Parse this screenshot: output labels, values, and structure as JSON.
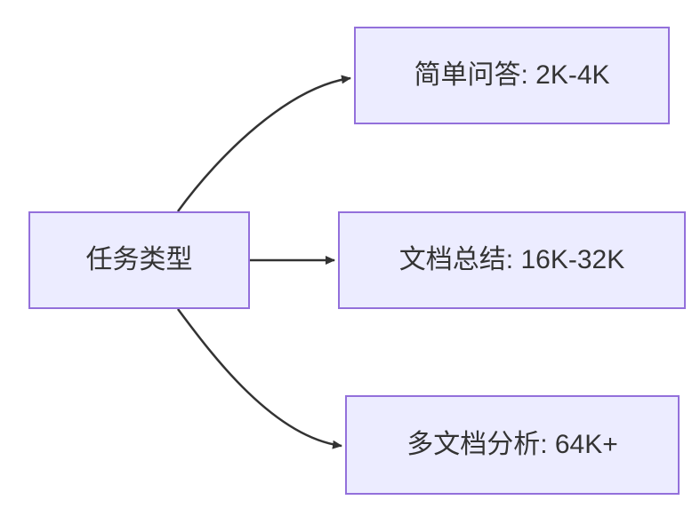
{
  "diagram": {
    "type": "flowchart",
    "direction": "left-to-right",
    "root": {
      "label": "任务类型"
    },
    "branches": [
      {
        "label": "简单问答: 2K-4K"
      },
      {
        "label": "文档总结: 16K-32K"
      },
      {
        "label": "多文档分析: 64K+"
      }
    ],
    "colors": {
      "node_fill": "#ECECFF",
      "node_border": "#9370DB",
      "edge": "#333333",
      "text": "#333333",
      "background": "#FFFFFF"
    }
  }
}
